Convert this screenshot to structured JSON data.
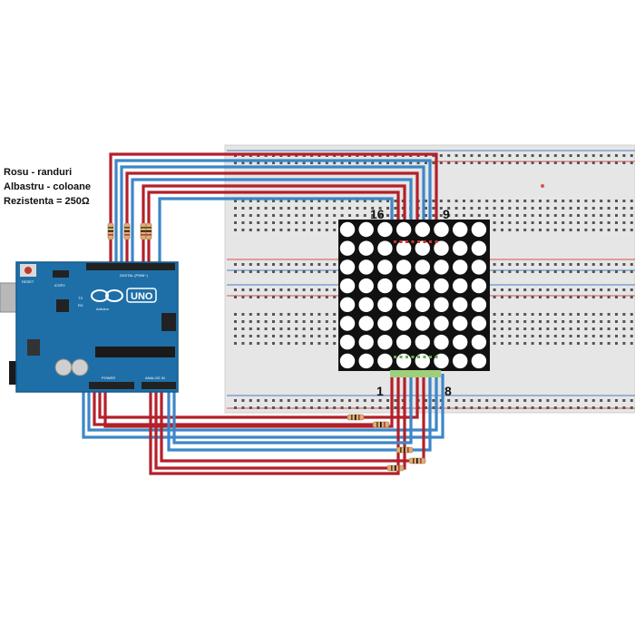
{
  "legend": {
    "line1": "Rosu - randuri",
    "line2": "Albastru - coloane",
    "line3": "Rezistenta = 250Ω"
  },
  "matrix": {
    "rows": 8,
    "cols": 8,
    "pin_top_left": "16",
    "pin_top_right": "9",
    "pin_bottom_left": "1",
    "pin_bottom_right": "8"
  },
  "arduino": {
    "model": "UNO",
    "brand": "Arduino",
    "reset_label": "RESET",
    "icsp_label": "ICSP2",
    "tx_label": "TX",
    "rx_label": "RX",
    "digital_label": "DIGITAL (PWM~)",
    "power_label": "POWER",
    "analog_label": "ANALOG IN"
  },
  "colors": {
    "row_wire": "#b3202a",
    "col_wire": "#3d86c8",
    "board": "#1e6fa8",
    "matrix_body": "#111111",
    "led": "#ffffff",
    "breadboard": "#e9e9e9",
    "rail_red": "#d9534f",
    "rail_blue": "#4a7fc1"
  }
}
